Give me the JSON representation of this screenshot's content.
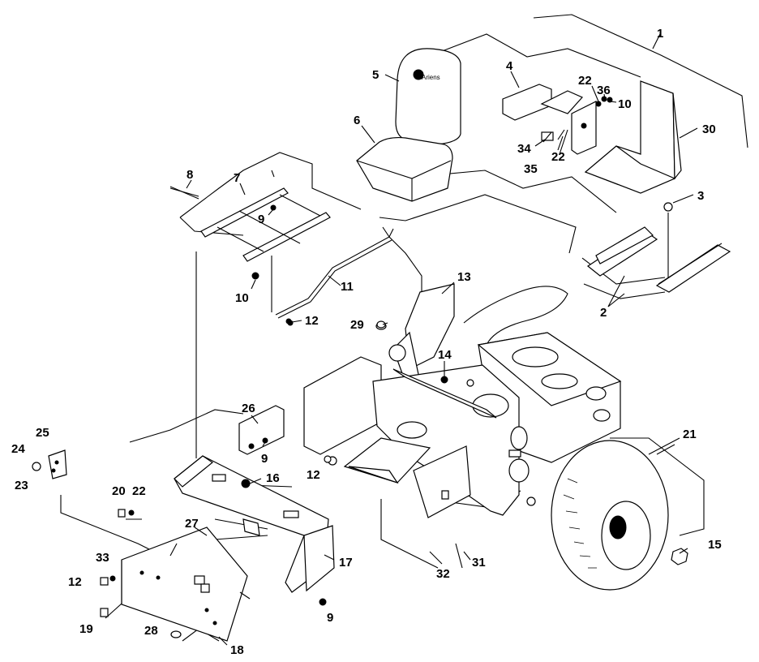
{
  "callouts": [
    "1",
    "2",
    "3",
    "4",
    "5",
    "6",
    "7",
    "8",
    "9",
    "10",
    "11",
    "12",
    "13",
    "14",
    "15",
    "16",
    "17",
    "18",
    "19",
    "20",
    "21",
    "22",
    "23",
    "24",
    "25",
    "26",
    "27",
    "28",
    "29",
    "30",
    "31",
    "32",
    "33",
    "34",
    "35",
    "36"
  ],
  "labels": [
    {
      "id": "c1",
      "text": "1"
    },
    {
      "id": "c2",
      "text": "2"
    },
    {
      "id": "c3",
      "text": "3"
    },
    {
      "id": "c4",
      "text": "4"
    },
    {
      "id": "c5",
      "text": "5"
    },
    {
      "id": "c6",
      "text": "6"
    },
    {
      "id": "c7",
      "text": "7"
    },
    {
      "id": "c8",
      "text": "8"
    },
    {
      "id": "c9a",
      "text": "9"
    },
    {
      "id": "c9b",
      "text": "9"
    },
    {
      "id": "c9c",
      "text": "9"
    },
    {
      "id": "c10a",
      "text": "10"
    },
    {
      "id": "c10b",
      "text": "10"
    },
    {
      "id": "c11",
      "text": "11"
    },
    {
      "id": "c12a",
      "text": "12"
    },
    {
      "id": "c12b",
      "text": "12"
    },
    {
      "id": "c12c",
      "text": "12"
    },
    {
      "id": "c13",
      "text": "13"
    },
    {
      "id": "c14",
      "text": "14"
    },
    {
      "id": "c15",
      "text": "15"
    },
    {
      "id": "c16",
      "text": "16"
    },
    {
      "id": "c17",
      "text": "17"
    },
    {
      "id": "c18",
      "text": "18"
    },
    {
      "id": "c19",
      "text": "19"
    },
    {
      "id": "c20",
      "text": "20"
    },
    {
      "id": "c21",
      "text": "21"
    },
    {
      "id": "c22a",
      "text": "22"
    },
    {
      "id": "c22b",
      "text": "22"
    },
    {
      "id": "c22c",
      "text": "22"
    },
    {
      "id": "c23",
      "text": "23"
    },
    {
      "id": "c24",
      "text": "24"
    },
    {
      "id": "c25",
      "text": "25"
    },
    {
      "id": "c26",
      "text": "26"
    },
    {
      "id": "c27",
      "text": "27"
    },
    {
      "id": "c28",
      "text": "28"
    },
    {
      "id": "c29",
      "text": "29"
    },
    {
      "id": "c30",
      "text": "30"
    },
    {
      "id": "c31",
      "text": "31"
    },
    {
      "id": "c32",
      "text": "32"
    },
    {
      "id": "c33",
      "text": "33"
    },
    {
      "id": "c34",
      "text": "34"
    },
    {
      "id": "c35",
      "text": "35"
    },
    {
      "id": "c36",
      "text": "36"
    }
  ]
}
